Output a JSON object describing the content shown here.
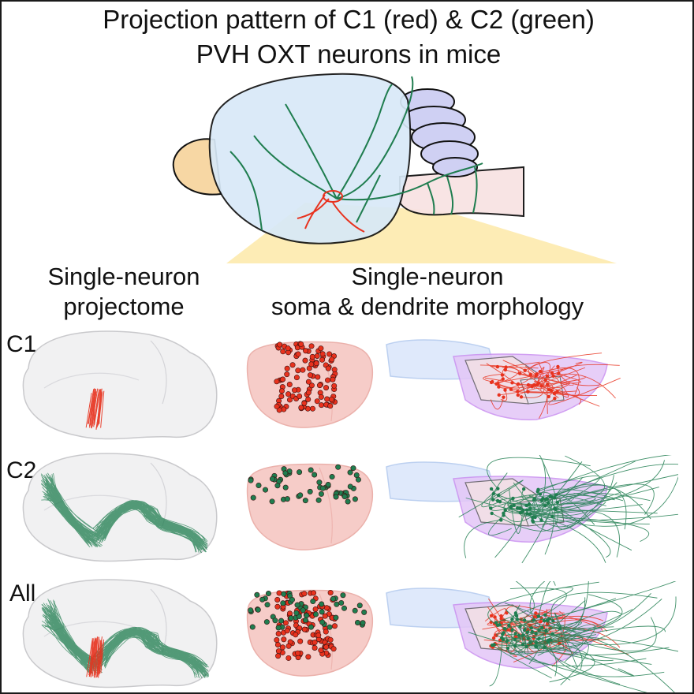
{
  "title": {
    "line1": "Projection pattern of C1 (red) & C2 (green)",
    "line2": "PVH OXT neurons in mice"
  },
  "headers": {
    "projectome": [
      "Single-neuron",
      "projectome"
    ],
    "morphology": [
      "Single-neuron",
      "soma & dendrite morphology"
    ]
  },
  "rows": [
    {
      "label": "C1",
      "show_red": true,
      "show_green": false
    },
    {
      "label": "C2",
      "show_red": false,
      "show_green": true
    },
    {
      "label": "All",
      "show_red": true,
      "show_green": true
    }
  ],
  "colors": {
    "red": "#e8321e",
    "green": "#1f7d4f",
    "forebrain": "#d8e9f8",
    "olfactory": "#f7d7a4",
    "cerebellum": "#cfd0f3",
    "brainstem": "#f8e3e3",
    "highlight": "#fde9a8",
    "hypothalamus": "#f6c7c3",
    "purple_region": "#c98ff0"
  }
}
